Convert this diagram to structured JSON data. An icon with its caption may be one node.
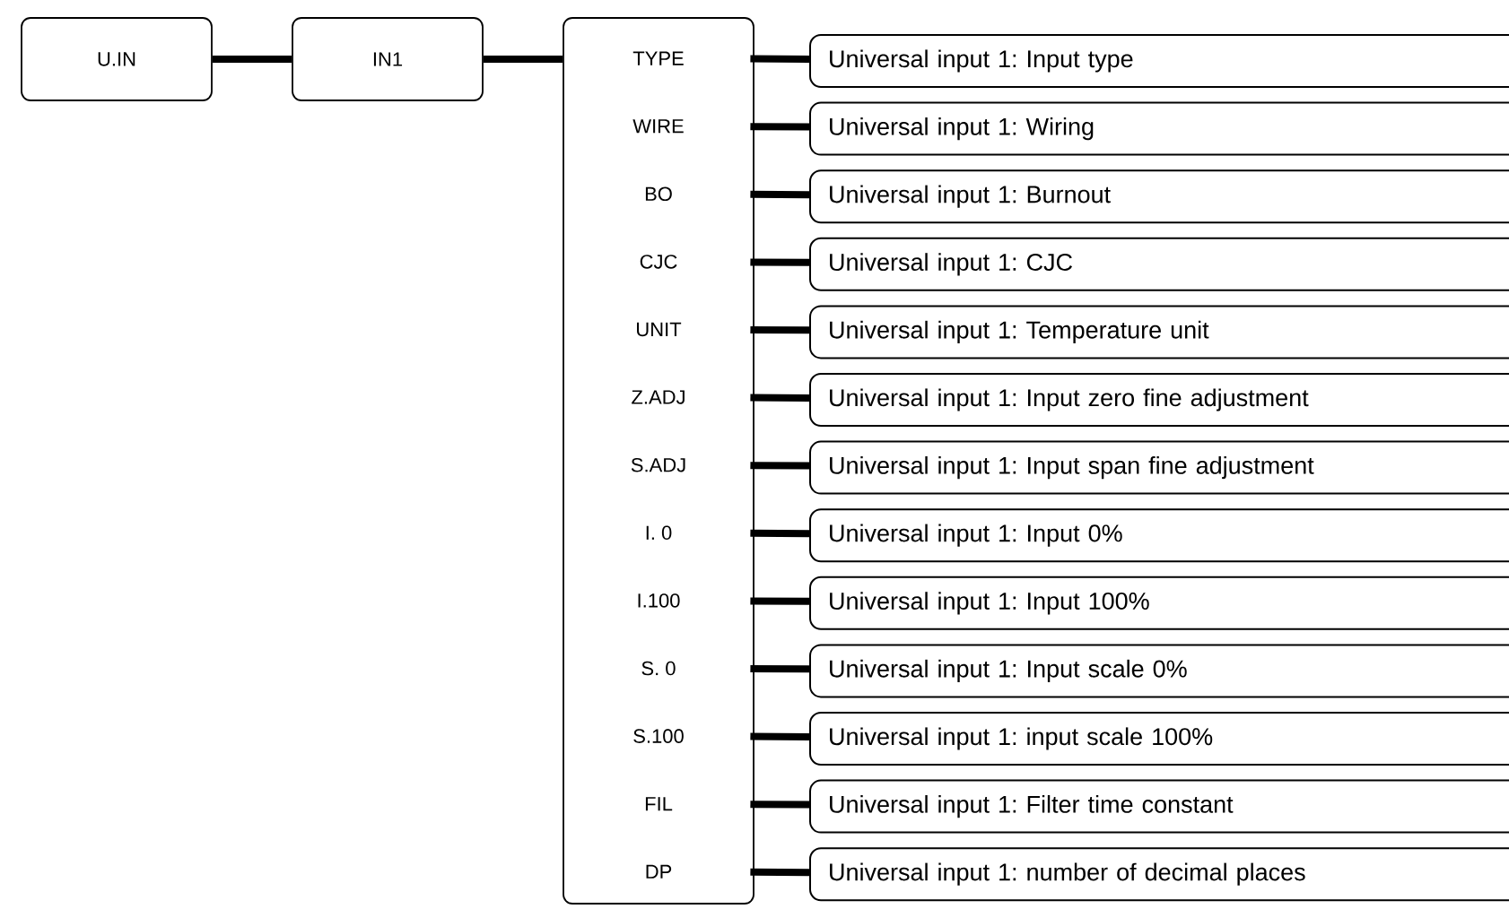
{
  "diagram": {
    "nodes": [
      {
        "text": [
          "U.IN"
        ]
      },
      {
        "text": [
          "IN1"
        ]
      },
      {
        "text": [],
        "shape": "box"
      },
      {
        "text": [
          "TYPE"
        ],
        "in": 2
      },
      {
        "text": [
          "WIRE"
        ],
        "in": 2
      },
      {
        "text": [
          "BO"
        ],
        "in": 2
      },
      {
        "text": [
          "CJC"
        ],
        "in": 2
      },
      {
        "text": [
          "UNIT"
        ],
        "in": 2
      },
      {
        "text": [
          "Z.ADJ"
        ],
        "in": 2
      },
      {
        "text": [
          "S.ADJ"
        ],
        "in": 2
      },
      {
        "text": [
          "I. 0"
        ],
        "in": 2
      },
      {
        "text": [
          "I.100"
        ],
        "in": 2
      },
      {
        "text": [
          "S. 0"
        ],
        "in": 2
      },
      {
        "text": [
          "S.100"
        ],
        "in": 2
      },
      {
        "text": [
          "FIL"
        ],
        "in": 2
      },
      {
        "text": [
          "DP"
        ],
        "in": 2
      },
      {
        "text": [
          "Universal input 1: Input type"
        ]
      },
      {
        "text": [
          "Universal input 1: Wiring"
        ]
      },
      {
        "text": [
          "Universal input 1: Burnout"
        ]
      },
      {
        "text": [
          "Universal input 1: CJC"
        ]
      },
      {
        "text": [
          "Universal input 1: Temperature unit"
        ]
      },
      {
        "text": [
          "Universal input 1: Input zero fine adjustment"
        ]
      },
      {
        "text": [
          "Universal input 1: Input span fine adjustment"
        ]
      },
      {
        "text": [
          "Universal input 1: Input 0%"
        ]
      },
      {
        "text": [
          "Universal input 1: Input 100%"
        ]
      },
      {
        "text": [
          "Universal input 1: Input scale 0%"
        ]
      },
      {
        "text": [
          "Universal input 1: input scale 100%"
        ]
      },
      {
        "text": [
          "Universal input 1: Filter time constant"
        ]
      },
      {
        "text": [
          "Universal input 1: number of decimal places"
        ]
      }
    ],
    "edges": [
      {
        "from": 0,
        "to": 1,
        "arrow": "none"
      },
      {
        "from": 1,
        "to": 2,
        "arrow": "none"
      },
      {
        "from": 3,
        "to": 16,
        "arrow": "none"
      },
      {
        "from": 4,
        "to": 17,
        "arrow": "none"
      },
      {
        "from": 5,
        "to": 18,
        "arrow": "none"
      },
      {
        "from": 6,
        "to": 19,
        "arrow": "none"
      },
      {
        "from": 7,
        "to": 20,
        "arrow": "none"
      },
      {
        "from": 8,
        "to": 21,
        "arrow": "none"
      },
      {
        "from": 9,
        "to": 22,
        "arrow": "none"
      },
      {
        "from": 10,
        "to": 23,
        "arrow": "none"
      },
      {
        "from": 11,
        "to": 24,
        "arrow": "none"
      },
      {
        "from": 12,
        "to": 25,
        "arrow": "none"
      },
      {
        "from": 13,
        "to": 26,
        "arrow": "none"
      },
      {
        "from": 14,
        "to": 27,
        "arrow": "none"
      },
      {
        "from": 15,
        "to": 28,
        "arrow": "none"
      }
    ]
  }
}
